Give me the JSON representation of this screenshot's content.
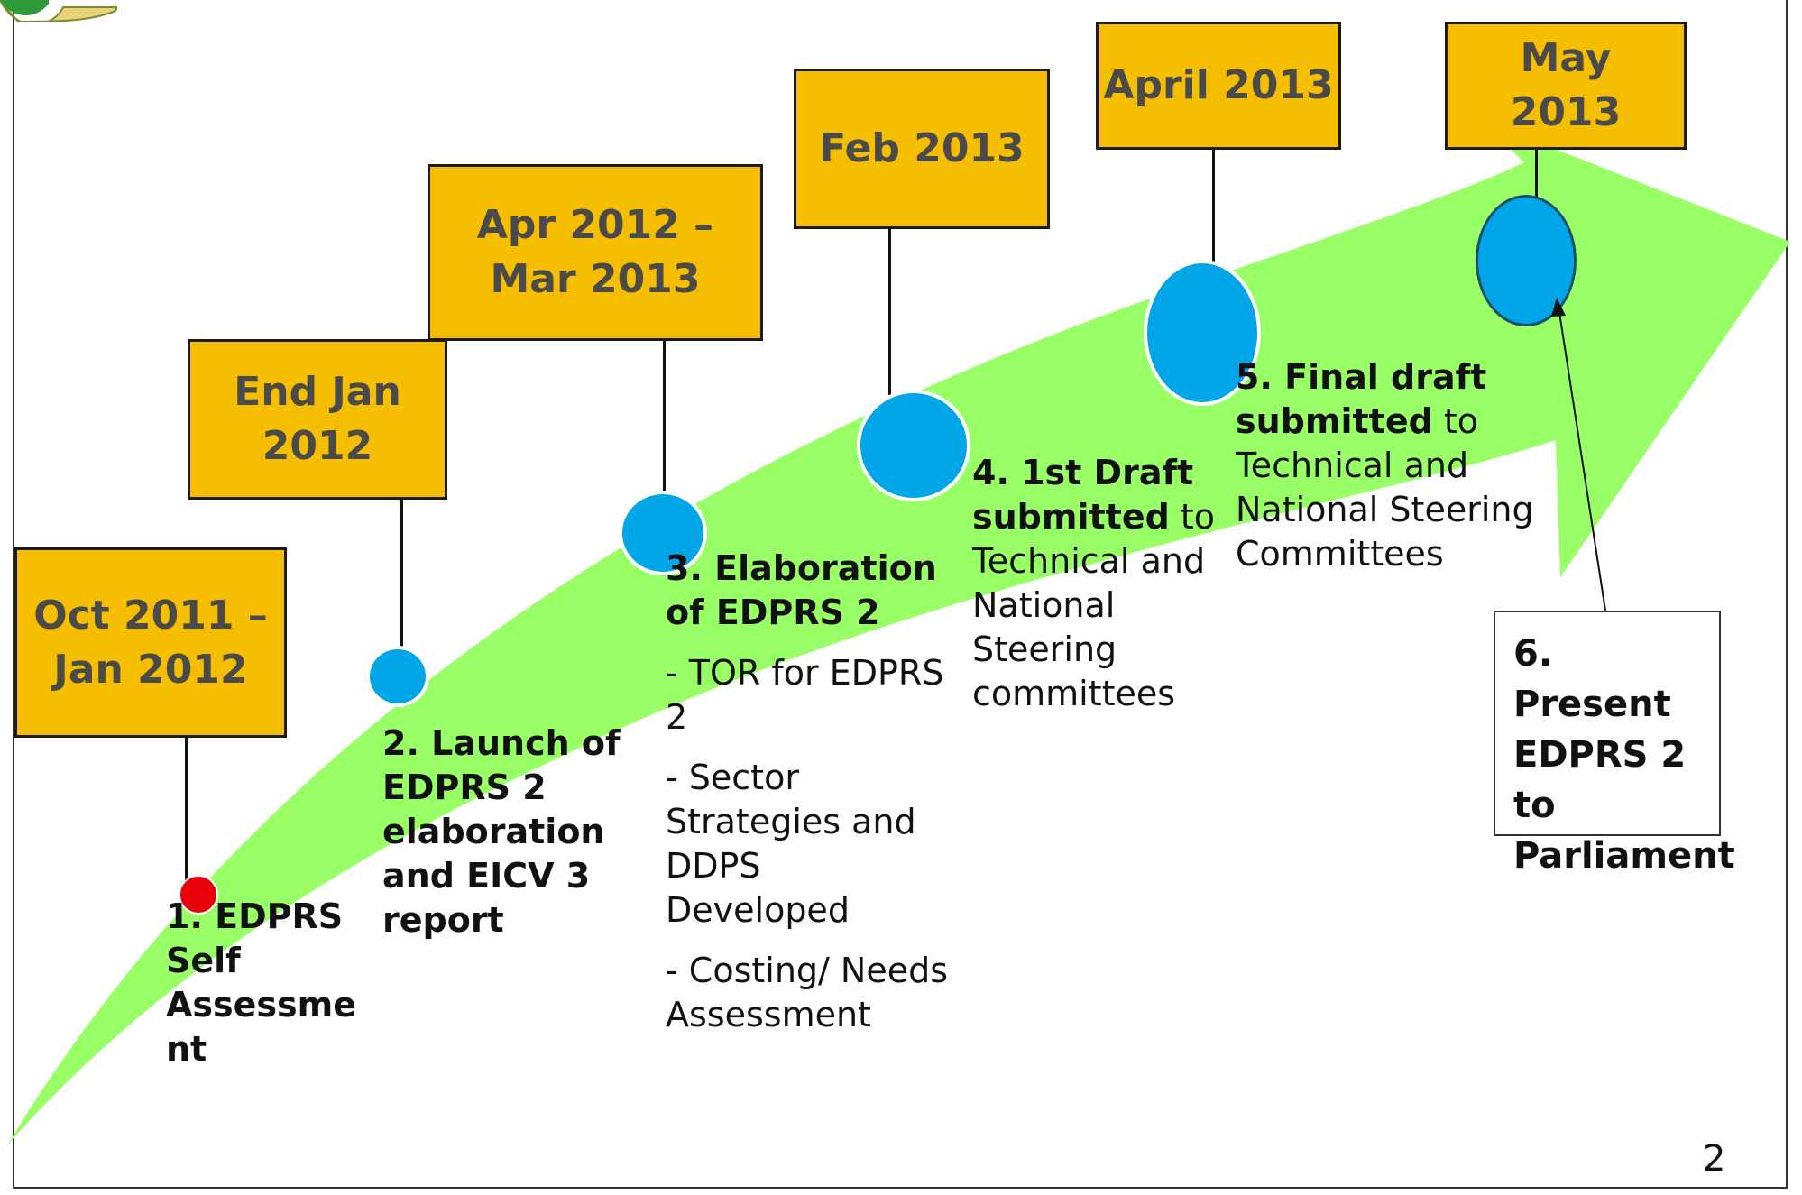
{
  "timeline": {
    "dates": [
      "Oct 2011 –\nJan 2012",
      "End Jan\n2012",
      "Apr 2012 –\nMar 2013",
      "Feb 2013",
      "April 2013",
      "May\n2013"
    ],
    "steps": [
      {
        "title": "1. EDPRS Self Assessme nt"
      },
      {
        "title": "2. Launch of EDPRS 2 elaboration and EICV 3 report"
      },
      {
        "title": "3. Elaboration of EDPRS 2",
        "items": [
          "- TOR for EDPRS 2",
          "- Sector Strategies and DDPS Developed",
          "- Costing/ Needs Assessment"
        ]
      },
      {
        "title_bold": "4. 1st Draft submitted",
        "title_rest": " to Technical and National Steering committees"
      },
      {
        "title_bold": "5. Final draft submitted",
        "title_rest": " to Technical and National Steering Committees"
      },
      {
        "title": "6. Present EDPRS 2 to Parliament"
      }
    ]
  },
  "page_number": "2",
  "colors": {
    "box_fill": "#F6BE00",
    "arrow_fill": "#99FF66",
    "milestone_blue": "#00A6E8",
    "milestone_red": "#E8000B"
  }
}
